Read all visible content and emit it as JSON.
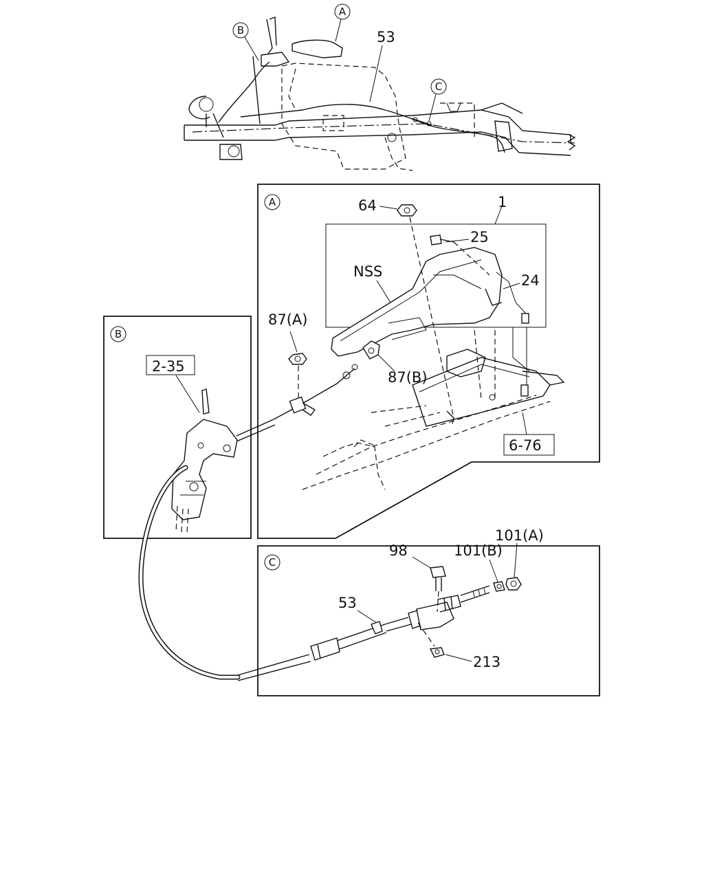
{
  "labels": {
    "overview_cable": "53",
    "part_lever_assembly": "1",
    "nut_64": "64",
    "bolt_25": "25",
    "part_24": "24",
    "nss": "NSS",
    "nut_87a": "87(A)",
    "part_87b": "87(B)",
    "ref_2_35": "2-35",
    "ref_6_76": "6-76",
    "bolt_98": "98",
    "nut_101b": "101(B)",
    "nut_101a": "101(A)",
    "cable_53": "53",
    "part_213": "213"
  },
  "callouts": {
    "a": "A",
    "b": "B",
    "c": "C"
  }
}
